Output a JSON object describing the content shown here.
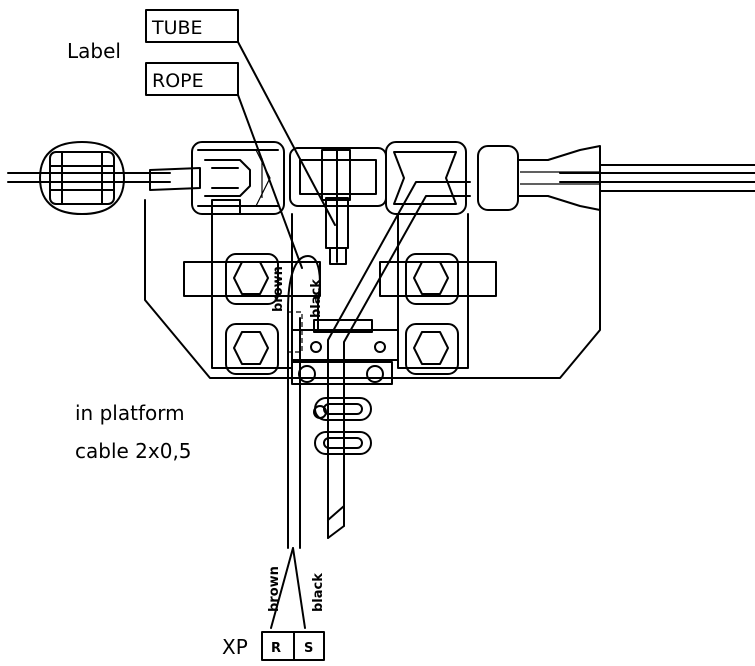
{
  "labels": {
    "label": "Label",
    "tube": "TUBE",
    "rope": "ROPE",
    "in_platform": "in platform",
    "cable": "cable 2x0,5",
    "xp": "XP",
    "terminal_r": "R",
    "terminal_s": "S",
    "wire_brown_upper": "brown",
    "wire_black_upper": "black",
    "wire_brown_lower": "brown",
    "wire_black_lower": "black"
  }
}
